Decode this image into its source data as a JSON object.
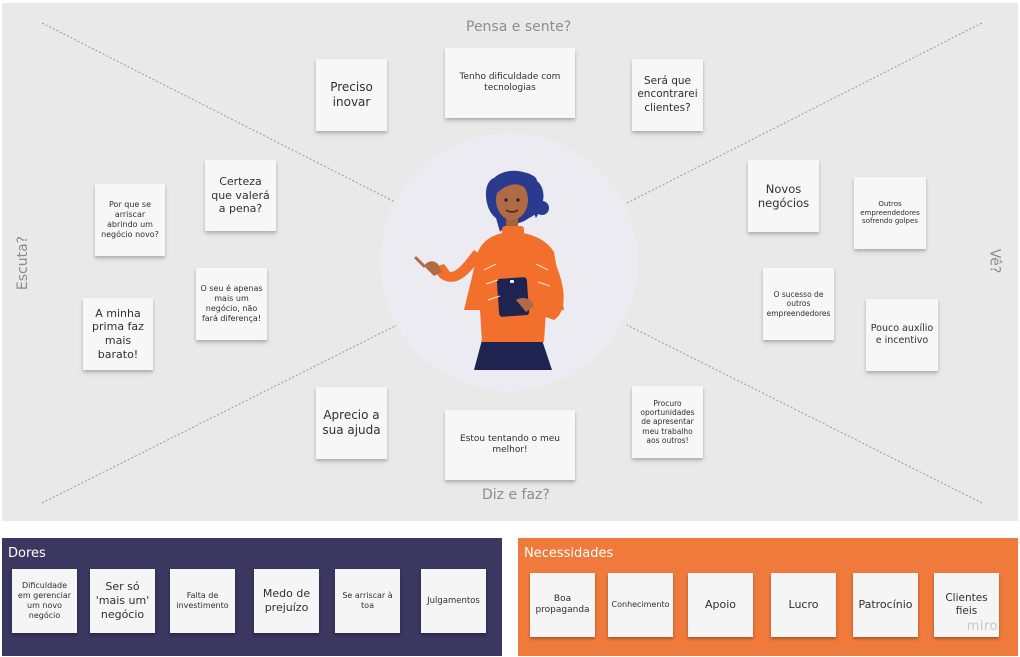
{
  "map": {
    "top_label": "Pensa e sente?",
    "bottom_label": "Diz e faz?",
    "left_label": "Escuta?",
    "right_label": "Vê?"
  },
  "stickies": {
    "preciso_inovar": "Preciso inovar",
    "tenho_dificuldade": "Tenho dificuldade com tecnologias",
    "sera_que": "Será que encontrarei clientes?",
    "certeza": "Certeza que valerá a pena?",
    "por_que": "Por que se arriscar abrindo um negócio novo?",
    "o_seu_e": "O seu é apenas mais um negócio, não fará diferença!",
    "a_minha_prima": "A minha prima faz mais barato!",
    "novos_negocios": "Novos negócios",
    "outros_empreendedores": "Outros empreendedores sofrendo golpes",
    "o_sucesso": "O sucesso de outros empreendedores",
    "pouco_auxilio": "Pouco auxílio e incentivo",
    "aprecio": "Aprecio a sua ajuda",
    "estou_tentando": "Estou tentando o meu melhor!",
    "procuro": "Procuro oportunidades de apresentar meu trabalho aos outros!"
  },
  "dores": {
    "title": "Dores",
    "items": [
      "Dificuldade em gerenciar um novo negócio",
      "Ser só 'mais um' negócio",
      "Falta de investimento",
      "Medo de prejuízo",
      "Se arriscar à toa",
      "Julgamentos"
    ]
  },
  "necessidades": {
    "title": "Necessidades",
    "items": [
      "Boa propaganda",
      "Conhecimento",
      "Apoio",
      "Lucro",
      "Patrocínio",
      "Clientes fieis"
    ]
  },
  "watermark": "miro",
  "colors": {
    "board": "#e9e9e9",
    "dores_panel": "#3a3760",
    "necessidades_panel": "#ef7a3c",
    "sticky": "#f7f7f7",
    "persona_sweater": "#f26f2c",
    "persona_hair": "#2a3b8f"
  }
}
